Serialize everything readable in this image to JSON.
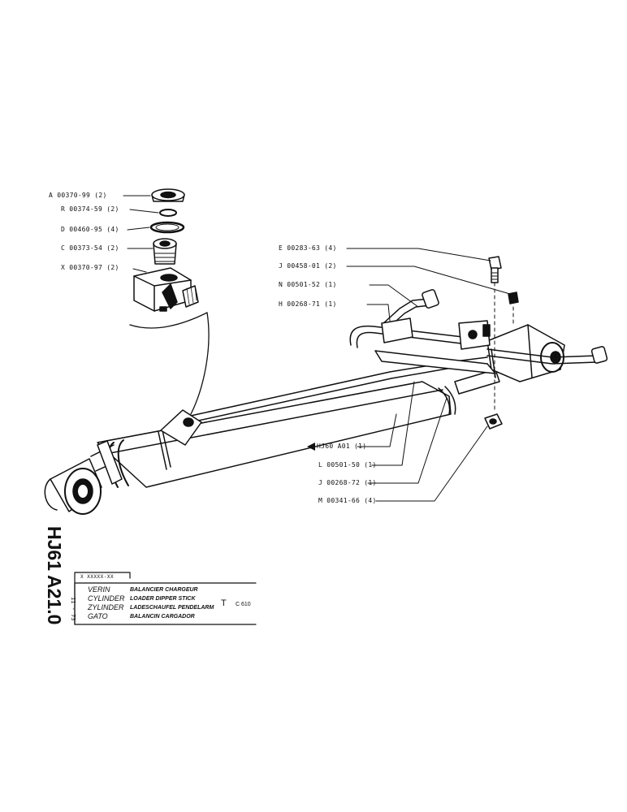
{
  "sheet": {
    "reference": {
      "code": "HJ61",
      "section": "A21.0"
    },
    "date": "11 - 73",
    "doc_code": "X XXXXX-XX",
    "titles": [
      {
        "term": "VERIN",
        "desc": "BALANCIER CHARGEUR"
      },
      {
        "term": "CYLINDER",
        "desc": "LOADER DIPPER STICK"
      },
      {
        "term": "ZYLINDER",
        "desc": "LADESCHAUFEL PENDELARM"
      },
      {
        "term": "GATO",
        "desc": "BALANCIN CARGADOR"
      }
    ],
    "variant": "T",
    "model": "C 610"
  },
  "parts": {
    "A": "A 00370-99 (2)",
    "R": "R 00374-59 (2)",
    "D": "D 00460-95 (4)",
    "C": "C 00373-54 (2)",
    "X": "X 00370-97 (2)",
    "E": "E 00283-63 (4)",
    "J1": "J 00458-01 (2)",
    "N": "N 00501-52 (1)",
    "H": "H 00268-71 (1)",
    "HJ60": "HJ60   A01  (1)",
    "L": "L 00501-50 (1)",
    "J2": "J 00268-72 (1)",
    "M": "M 00341-66 (4)"
  }
}
